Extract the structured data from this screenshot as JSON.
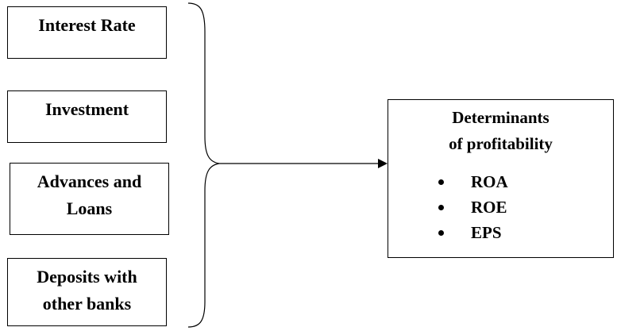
{
  "left_boxes": [
    {
      "label": "Interest Rate"
    },
    {
      "label": "Investment"
    },
    {
      "label": "Advances and\nLoans"
    },
    {
      "label": "Deposits with\nother banks"
    }
  ],
  "right_box": {
    "title": "Determinants\nof profitability",
    "metrics": [
      "ROA",
      "ROE",
      "EPS"
    ]
  },
  "colors": {
    "line": "#000000",
    "background": "#ffffff"
  },
  "icons": {
    "bullet": "filled-circle",
    "arrowhead": "triangle"
  }
}
